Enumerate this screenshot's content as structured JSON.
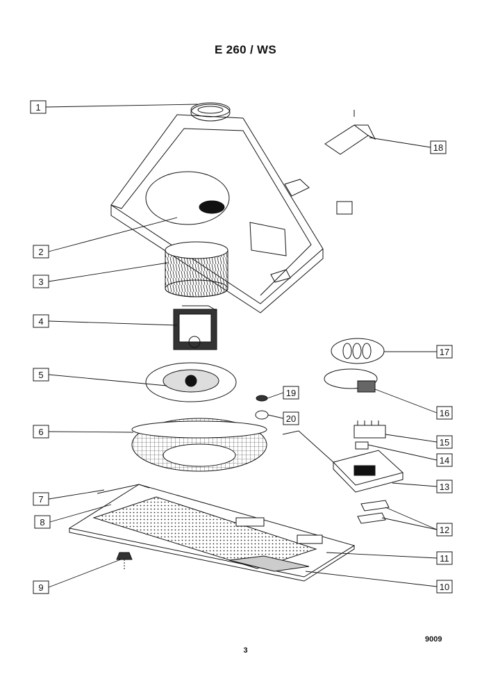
{
  "title": "E 260 / WS",
  "doc_code": "9009",
  "page_number": "3",
  "callouts": [
    {
      "id": "1",
      "label": "1"
    },
    {
      "id": "2",
      "label": "2"
    },
    {
      "id": "3",
      "label": "3"
    },
    {
      "id": "4",
      "label": "4"
    },
    {
      "id": "5",
      "label": "5"
    },
    {
      "id": "6",
      "label": "6"
    },
    {
      "id": "7",
      "label": "7"
    },
    {
      "id": "8",
      "label": "8"
    },
    {
      "id": "9",
      "label": "9"
    },
    {
      "id": "10",
      "label": "10"
    },
    {
      "id": "11",
      "label": "11"
    },
    {
      "id": "12",
      "label": "12"
    },
    {
      "id": "13",
      "label": "13"
    },
    {
      "id": "14",
      "label": "14"
    },
    {
      "id": "15",
      "label": "15"
    },
    {
      "id": "16",
      "label": "16"
    },
    {
      "id": "17",
      "label": "17"
    },
    {
      "id": "18",
      "label": "18"
    },
    {
      "id": "19",
      "label": "19"
    },
    {
      "id": "20",
      "label": "20"
    }
  ]
}
